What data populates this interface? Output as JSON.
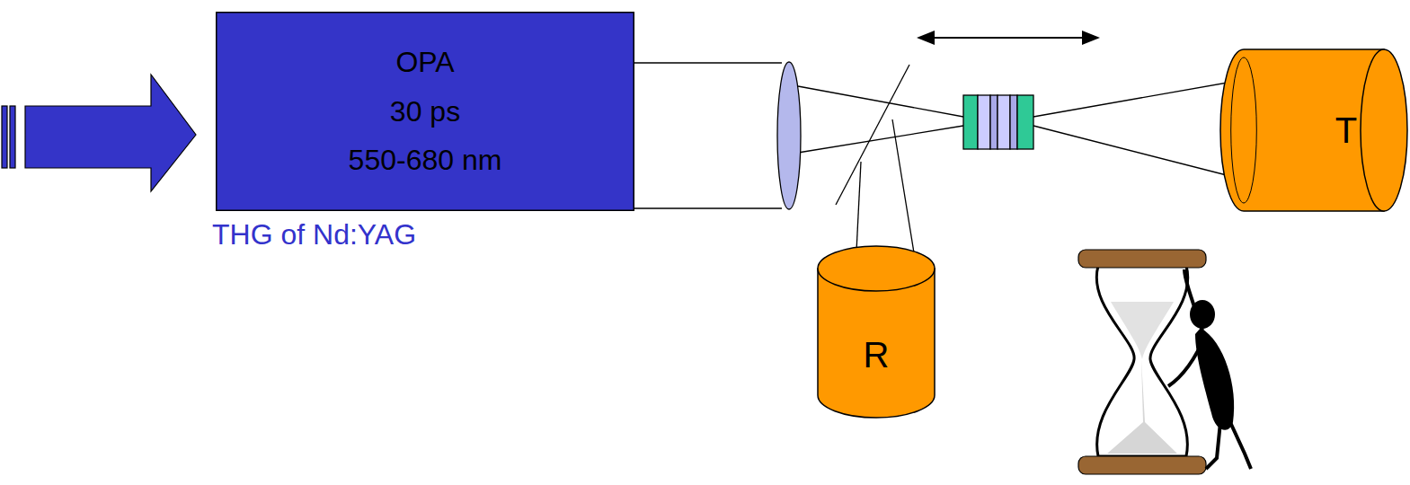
{
  "diagram": {
    "nodes": [
      {
        "text": [
          "OPA",
          "30 ps",
          "550-680 nm"
        ]
      },
      {
        "text": [
          "R"
        ]
      },
      {
        "text": [
          "T"
        ]
      }
    ],
    "labels": [
      "THG of Nd:YAG"
    ]
  }
}
